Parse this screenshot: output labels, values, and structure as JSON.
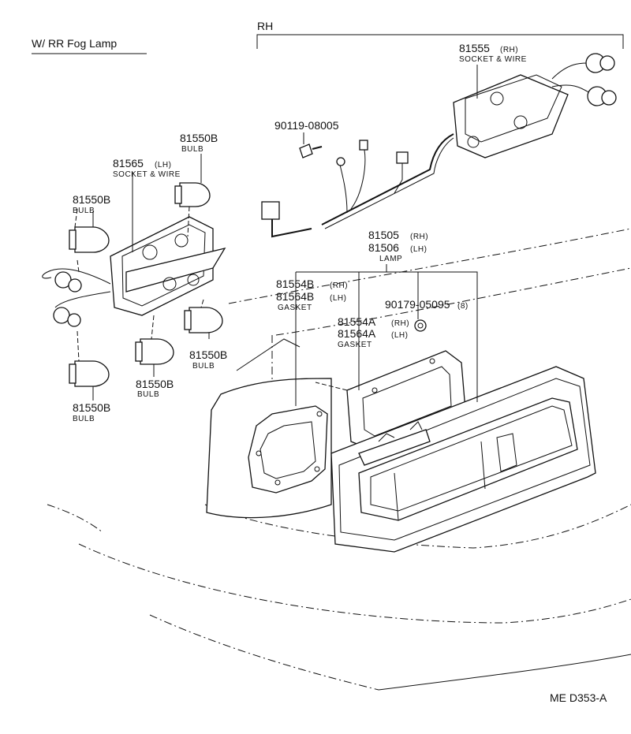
{
  "header": {
    "variant": "W/ RR  Fog Lamp",
    "side": "RH"
  },
  "parts": {
    "socket_rh": {
      "num": "81555",
      "suffix": "(RH)",
      "desc": "SOCKET & WIRE"
    },
    "screw": {
      "num": "90119-08005"
    },
    "bulb_top": {
      "num": "81550B",
      "desc": "BULB"
    },
    "socket_lh": {
      "num": "81565",
      "suffix": "(LH)",
      "desc": "SOCKET & WIRE"
    },
    "bulb_left": {
      "num": "81550B",
      "desc": "BULB"
    },
    "lamp": {
      "num_rh": "81505",
      "suffix_rh": "(RH)",
      "num_lh": "81506",
      "suffix_lh": "(LH)",
      "desc": "LAMP"
    },
    "gasket_b": {
      "num_rh": "81554B",
      "suffix_rh": "(RH)",
      "num_lh": "81564B",
      "suffix_lh": "(LH)",
      "desc": "GASKET"
    },
    "nut": {
      "num": "90179-05095",
      "qty": "(8)"
    },
    "gasket_a": {
      "num_rh": "81554A",
      "suffix_rh": "(RH)",
      "num_lh": "81564A",
      "suffix_lh": "(LH)",
      "desc": "GASKET"
    },
    "bulb_mid_right": {
      "num": "81550B",
      "desc": "BULB"
    },
    "bulb_mid_left": {
      "num": "81550B",
      "desc": "BULB"
    },
    "bulb_bottom": {
      "num": "81550B",
      "desc": "BULB"
    }
  },
  "footer": {
    "code": "ME  D353-A"
  }
}
